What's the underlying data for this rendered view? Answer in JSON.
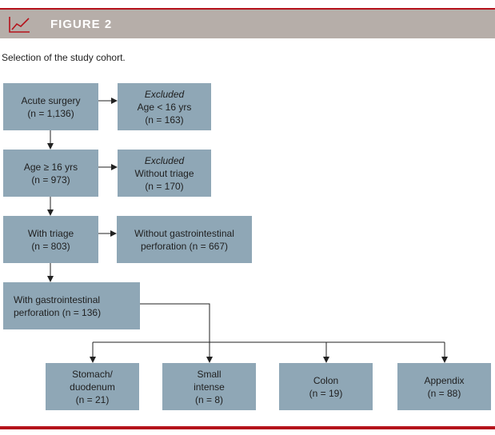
{
  "header": {
    "title": "FIGURE 2",
    "icon": "line-chart-icon",
    "band_color": "#b6aea9",
    "accent_color": "#b5121b"
  },
  "subtitle": "Selection of the study cohort.",
  "box_color": "#8fa7b6",
  "steps": [
    {
      "label": "Acute surgery",
      "count": "(n = 1,136)"
    },
    {
      "label": "Age ≥ 16 yrs",
      "count": "(n = 973)"
    },
    {
      "label": "With triage",
      "count": "(n = 803)"
    },
    {
      "label": "With gastrointestinal",
      "label2": "perforation (n = 136)"
    }
  ],
  "exclusions": [
    {
      "heading": "Excluded",
      "label": "Age < 16 yrs",
      "count": "(n = 163)"
    },
    {
      "heading": "Excluded",
      "label": "Without triage",
      "count": "(n = 170)"
    },
    {
      "label": "Without gastrointestinal",
      "count": "perforation (n = 667)"
    }
  ],
  "outcomes": [
    {
      "line1": "Stomach/",
      "line2": "duodenum",
      "count": "(n = 21)"
    },
    {
      "line1": "Small",
      "line2": "intense",
      "count": "(n = 8)"
    },
    {
      "line1": "Colon",
      "count": "(n = 19)"
    },
    {
      "line1": "Appendix",
      "count": "(n = 88)"
    }
  ]
}
